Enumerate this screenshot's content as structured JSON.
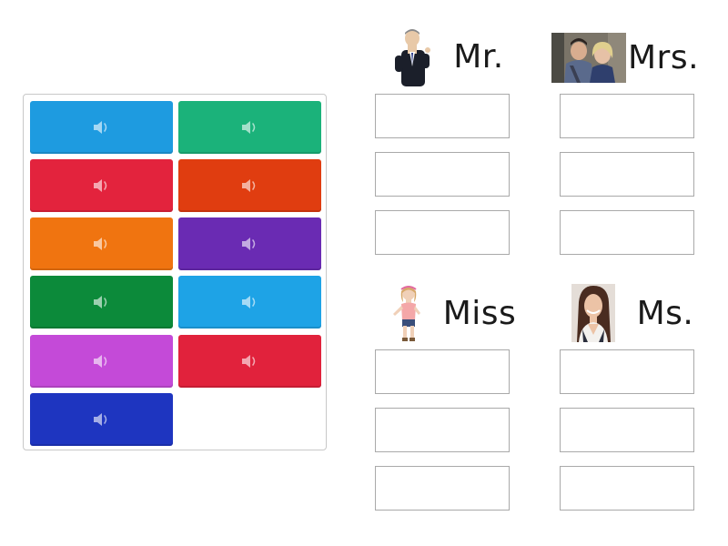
{
  "tiles": [
    {
      "color": "#1e9be0",
      "icon": "speaker-icon"
    },
    {
      "color": "#1bb27a",
      "icon": "speaker-icon"
    },
    {
      "color": "#e3233d",
      "icon": "speaker-icon"
    },
    {
      "color": "#e03d10",
      "icon": "speaker-icon"
    },
    {
      "color": "#f07410",
      "icon": "speaker-icon"
    },
    {
      "color": "#6a2bb3",
      "icon": "speaker-icon"
    },
    {
      "color": "#0c8a3a",
      "icon": "speaker-icon"
    },
    {
      "color": "#1ea3e6",
      "icon": "speaker-icon"
    },
    {
      "color": "#c44ad8",
      "icon": "speaker-icon"
    },
    {
      "color": "#e1223c",
      "icon": "speaker-icon"
    },
    {
      "color": "#1e35c0",
      "icon": "speaker-icon"
    }
  ],
  "categories": [
    {
      "label": "Mr.",
      "picture": "businessman-photo"
    },
    {
      "label": "Mrs.",
      "picture": "married-couple-photo"
    },
    {
      "label": "Miss",
      "picture": "young-girl-photo"
    },
    {
      "label": "Ms.",
      "picture": "woman-portrait-photo"
    }
  ]
}
